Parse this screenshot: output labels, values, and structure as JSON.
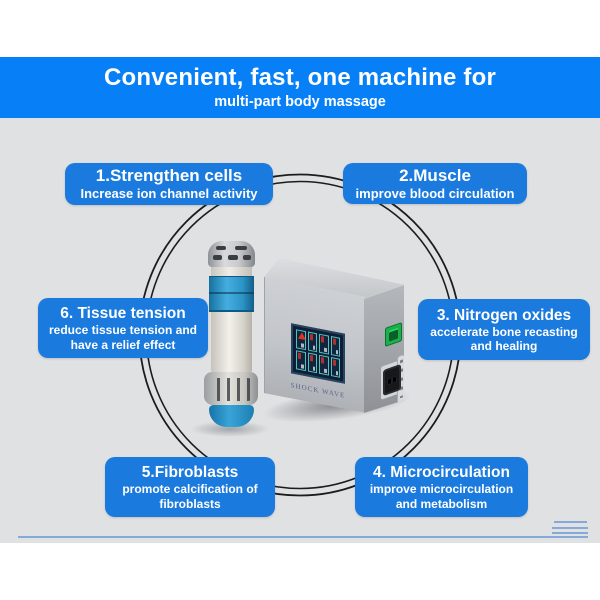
{
  "banner": {
    "title": "Convenient, fast, one machine for",
    "subtitle": "multi-part body massage"
  },
  "features": [
    {
      "title": "1.Strengthen cells",
      "lines": [
        "Increase ion channel activity"
      ]
    },
    {
      "title": "2.Muscle",
      "lines": [
        "improve blood circulation"
      ]
    },
    {
      "title": "3. Nitrogen oxides",
      "lines": [
        "accelerate bone recasting",
        "and healing"
      ]
    },
    {
      "title": "4. Microcirculation",
      "lines": [
        "improve microcirculation",
        "and metabolism"
      ]
    },
    {
      "title": "5.Fibroblasts",
      "lines": [
        "promote calcification of",
        "fibroblasts"
      ]
    },
    {
      "title": "6. Tissue tension",
      "lines": [
        "reduce tissue tension and",
        "have a relief effect"
      ]
    }
  ],
  "machine": {
    "brand": "SHOCK WAVE"
  },
  "colors": {
    "banner_bg": "#077ff7",
    "label_bg": "#1a7ade",
    "stage_bg": "#e0e1e2",
    "circle_stroke": "#1c1c1c",
    "footer_rule": "#86a9da",
    "switch_green": "#1db04a",
    "device_blue": "#2d93c6"
  }
}
